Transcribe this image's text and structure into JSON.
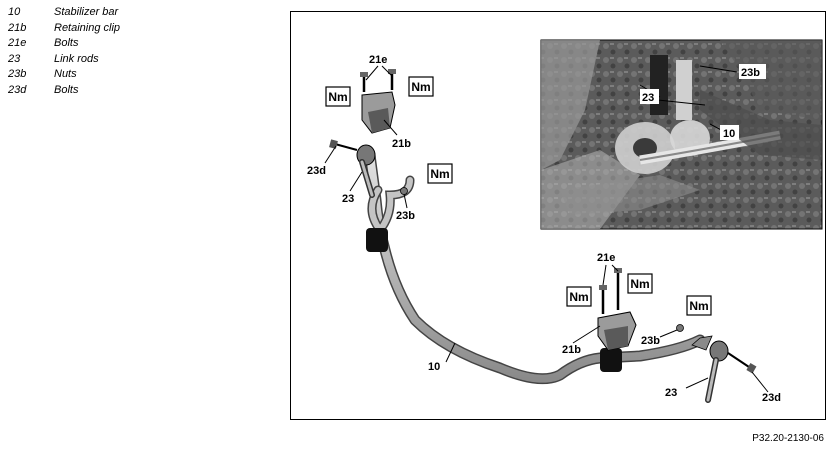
{
  "legend": [
    {
      "code": "10",
      "text": "Stabilizer bar"
    },
    {
      "code": "21b",
      "text": "Retaining clip"
    },
    {
      "code": "21e",
      "text": "Bolts"
    },
    {
      "code": "23",
      "text": "Link rods"
    },
    {
      "code": "23b",
      "text": "Nuts"
    },
    {
      "code": "23d",
      "text": "Bolts"
    }
  ],
  "diagram": {
    "torque_label": "Nm",
    "labels": {
      "l_21e_top": "21e",
      "l_21b_top": "21b",
      "l_23d_left": "23d",
      "l_23_left": "23",
      "l_23b_left": "23b",
      "l_10_bar": "10",
      "l_21e_right": "21e",
      "l_21b_right": "21b",
      "l_23b_right": "23b",
      "l_23_right": "23",
      "l_23d_right": "23d",
      "l_23b_photo": "23b",
      "l_23_photo": "23",
      "l_10_photo": "10"
    }
  },
  "caption": "P32.20-2130-06"
}
